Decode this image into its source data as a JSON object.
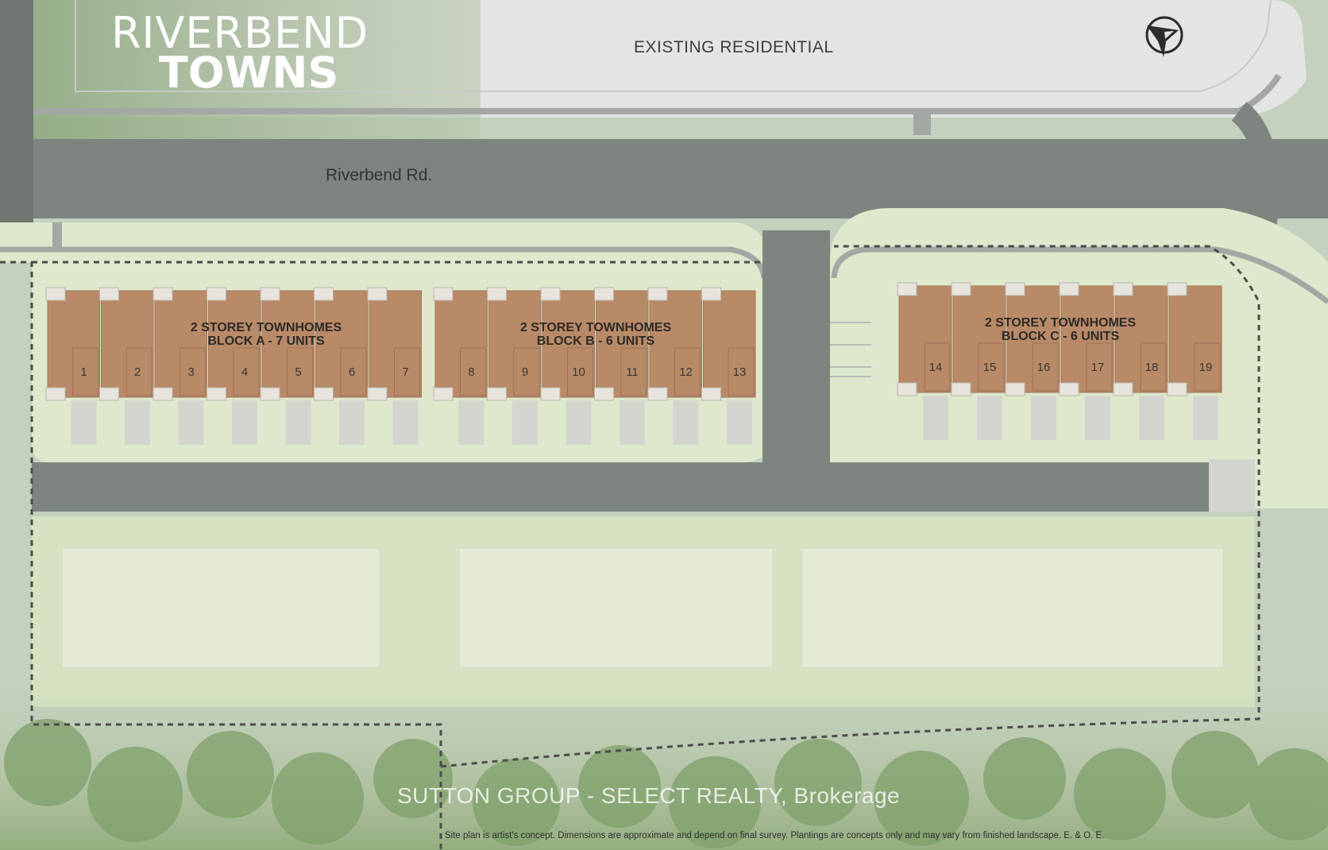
{
  "title": {
    "line1": "RIVERBEND",
    "line2": "TOWNS"
  },
  "labels": {
    "existing_residential": "EXISTING RESIDENTIAL",
    "road": "Riverbend Rd."
  },
  "blocks": [
    {
      "id": "A",
      "type": "2 STOREY TOWNHOMES",
      "name": "BLOCK A - 7 UNITS",
      "units": [
        "1",
        "2",
        "3",
        "4",
        "5",
        "6",
        "7"
      ]
    },
    {
      "id": "B",
      "type": "2 STOREY TOWNHOMES",
      "name": "BLOCK B - 6 UNITS",
      "units": [
        "8",
        "9",
        "10",
        "11",
        "12",
        "13"
      ]
    },
    {
      "id": "C",
      "type": "2 STOREY TOWNHOMES",
      "name": "BLOCK C - 6 UNITS",
      "units": [
        "14",
        "15",
        "16",
        "17",
        "18",
        "19"
      ]
    }
  ],
  "watermark": "SUTTON GROUP - SELECT REALTY, Brokerage",
  "disclaimer": "Site plan is artist's concept. Dimensions are approximate and depend on final survey. Plantings are concepts only and may vary from finished landscape. E. & O. E.",
  "icons": {
    "compass": "north-arrow-icon"
  },
  "colors": {
    "road": "#7e8580",
    "grass": "#dde8cc",
    "unit_roof": "#b98a68",
    "existing_lot": "#e4e6e3",
    "future_units": "#e6ebd6"
  }
}
